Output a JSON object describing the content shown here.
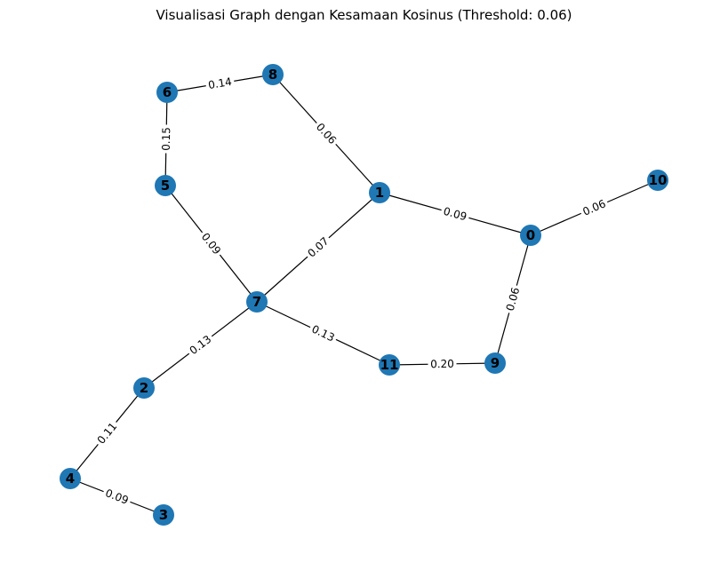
{
  "title": "Visualisasi Graph dengan Kesamaan Kosinus (Threshold: 0.06)",
  "colors": {
    "node": "#1f77b4",
    "edge": "#000000",
    "background": "#ffffff"
  },
  "nodes": [
    {
      "id": "0",
      "label": "0"
    },
    {
      "id": "1",
      "label": "1"
    },
    {
      "id": "2",
      "label": "2"
    },
    {
      "id": "3",
      "label": "3"
    },
    {
      "id": "4",
      "label": "4"
    },
    {
      "id": "5",
      "label": "5"
    },
    {
      "id": "6",
      "label": "6"
    },
    {
      "id": "7",
      "label": "7"
    },
    {
      "id": "8",
      "label": "8"
    },
    {
      "id": "9",
      "label": "9"
    },
    {
      "id": "10",
      "label": "10"
    },
    {
      "id": "11",
      "label": "11"
    }
  ],
  "edges": [
    {
      "source": "6",
      "target": "8",
      "weight": "0.14"
    },
    {
      "source": "6",
      "target": "5",
      "weight": "0.15"
    },
    {
      "source": "8",
      "target": "1",
      "weight": "0.06"
    },
    {
      "source": "5",
      "target": "7",
      "weight": "0.09"
    },
    {
      "source": "1",
      "target": "0",
      "weight": "0.09"
    },
    {
      "source": "1",
      "target": "7",
      "weight": "0.07"
    },
    {
      "source": "0",
      "target": "10",
      "weight": "0.06"
    },
    {
      "source": "0",
      "target": "9",
      "weight": "0.06"
    },
    {
      "source": "7",
      "target": "2",
      "weight": "0.13"
    },
    {
      "source": "7",
      "target": "11",
      "weight": "0.13"
    },
    {
      "source": "11",
      "target": "9",
      "weight": "0.20"
    },
    {
      "source": "2",
      "target": "4",
      "weight": "0.11"
    },
    {
      "source": "4",
      "target": "3",
      "weight": "0.09"
    }
  ]
}
